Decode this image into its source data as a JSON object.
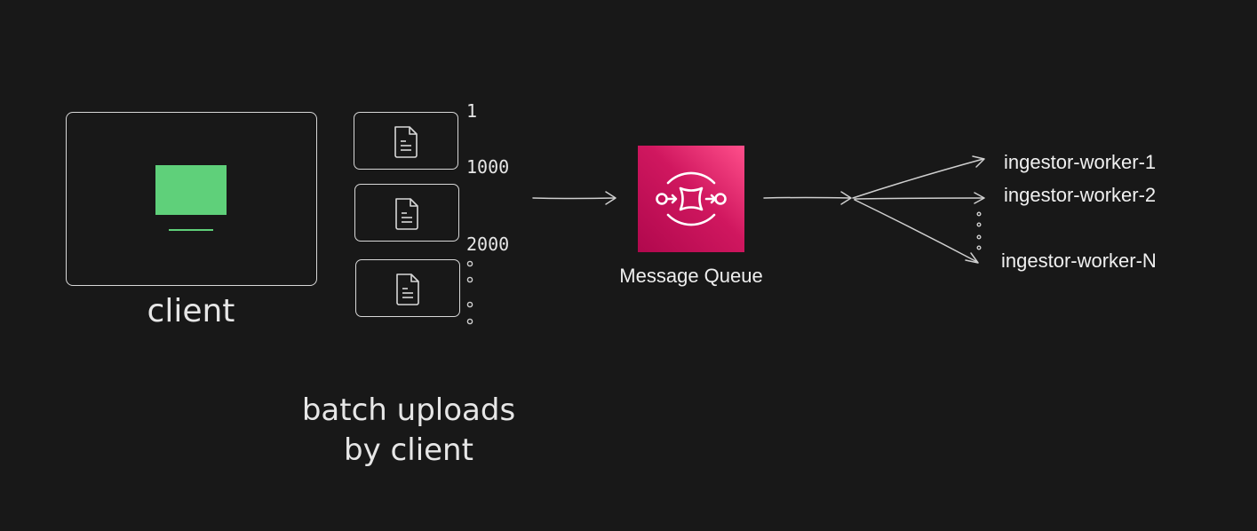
{
  "client": {
    "label": "client"
  },
  "batches": {
    "count_labels": [
      "1",
      "1000",
      "2000"
    ],
    "caption_line1": "batch uploads",
    "caption_line2": "by client"
  },
  "queue": {
    "label": "Message Queue",
    "icon": "sqs-queue-icon"
  },
  "workers": [
    "ingestor-worker-1",
    "ingestor-worker-2",
    "ingestor-worker-N"
  ],
  "colors": {
    "background": "#181818",
    "monitor": "#5fd07a",
    "queue_gradient_start": "#b0084d",
    "queue_gradient_end": "#ff4f8b",
    "stroke": "#d8d8d8"
  }
}
